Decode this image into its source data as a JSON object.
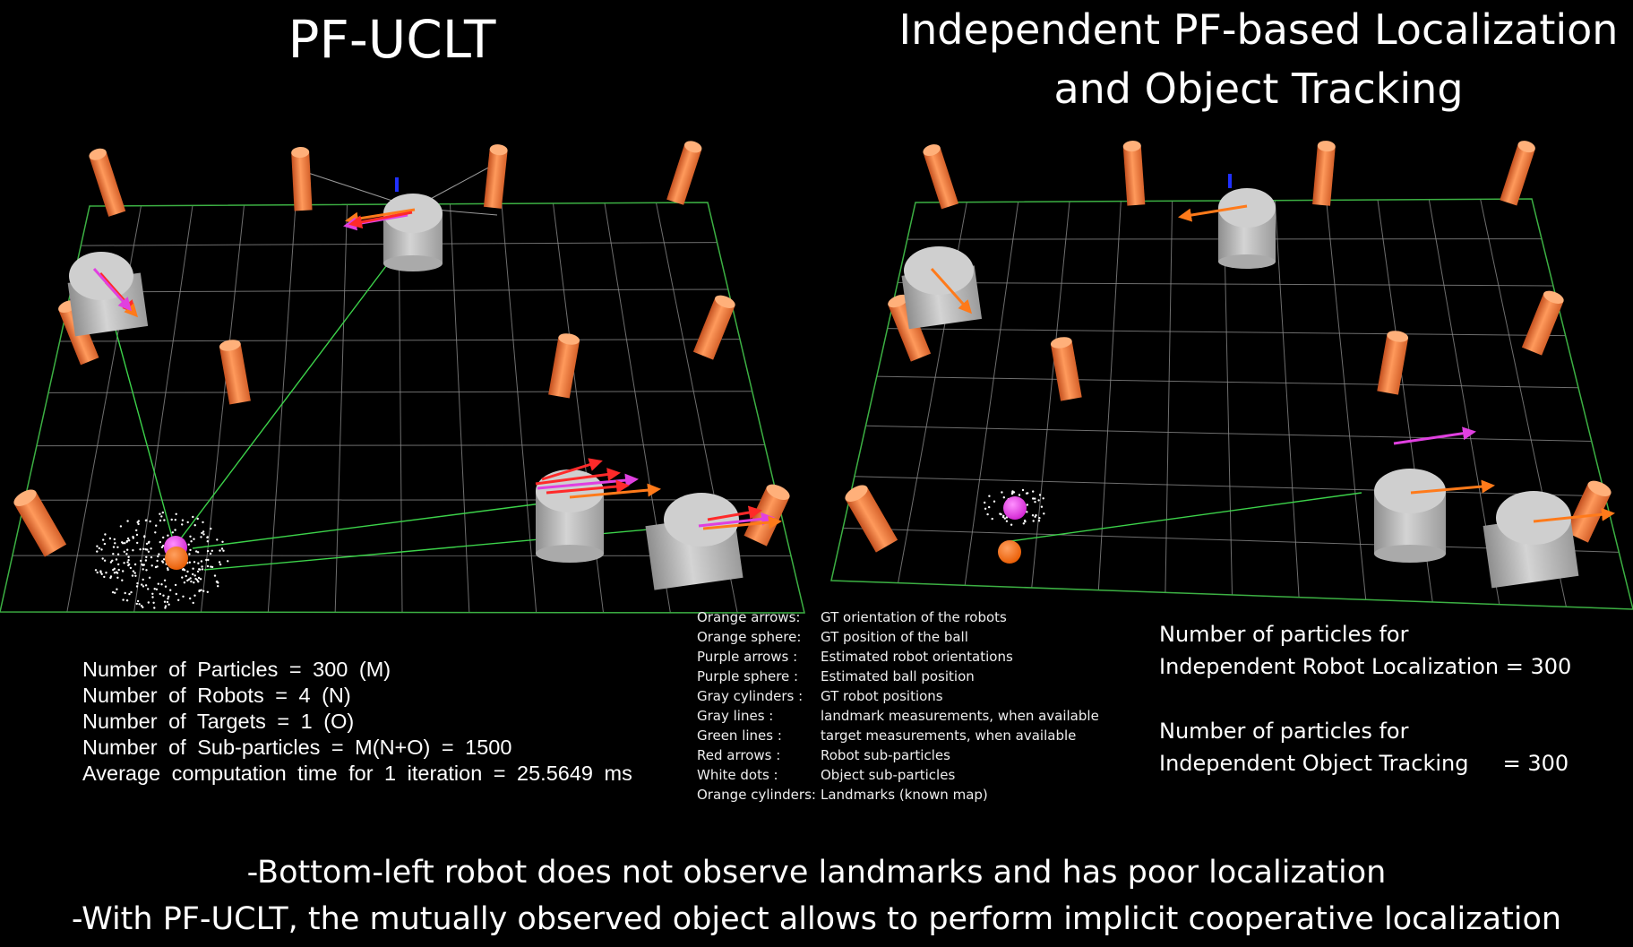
{
  "left_panel": {
    "title": "PF-UCLT",
    "stats": [
      "Number of Particles = 300 (M)",
      "Number of Robots = 4 (N)",
      "Number of Targets = 1 (O)",
      "Number of Sub-particles = M(N+O) = 1500",
      "Average computation time for 1 iteration = 25.5649 ms"
    ]
  },
  "right_panel": {
    "title_line1": "Independent PF-based Localization",
    "title_line2": "and Object Tracking",
    "robot_loc_line1": "Number of particles for",
    "robot_loc_line2": "Independent Robot Localization = 300",
    "obj_track_line1": "Number of particles for",
    "obj_track_line2": "Independent Object Tracking     = 300"
  },
  "legend": [
    {
      "key": "Orange arrows:",
      "value": "GT orientation of the robots"
    },
    {
      "key": "Orange sphere:",
      "value": "GT position of the ball"
    },
    {
      "key": "Purple arrows :",
      "value": "Estimated robot orientations"
    },
    {
      "key": "Purple sphere :",
      "value": "Estimated ball position"
    },
    {
      "key": "Gray cylinders :",
      "value": "GT robot positions"
    },
    {
      "key": "Gray lines      :",
      "value": "landmark measurements,  when available"
    },
    {
      "key": "Green lines     :",
      "value": "target measurements, when available"
    },
    {
      "key": "Red arrows      :",
      "value": "Robot sub-particles"
    },
    {
      "key": "White dots      :",
      "value": "Object sub-particles"
    },
    {
      "key": "Orange cylinders:",
      "value": "Landmarks (known map)"
    }
  ],
  "captions": [
    "-Bottom-left robot does not observe landmarks and has poor localization",
    "-With PF-UCLT, the mutually observed object allows to perform implicit cooperative localization"
  ],
  "colors": {
    "background": "#000000",
    "field_border": "#3cb043",
    "grid": "#8a8a8a",
    "landmark": "#f07a40",
    "robot": "#c8c8c8",
    "gt_arrow": "#ff7a1a",
    "estimate": "#e040e0",
    "sub_particle": "#ff2a2a",
    "target_line": "#3cd24a"
  }
}
